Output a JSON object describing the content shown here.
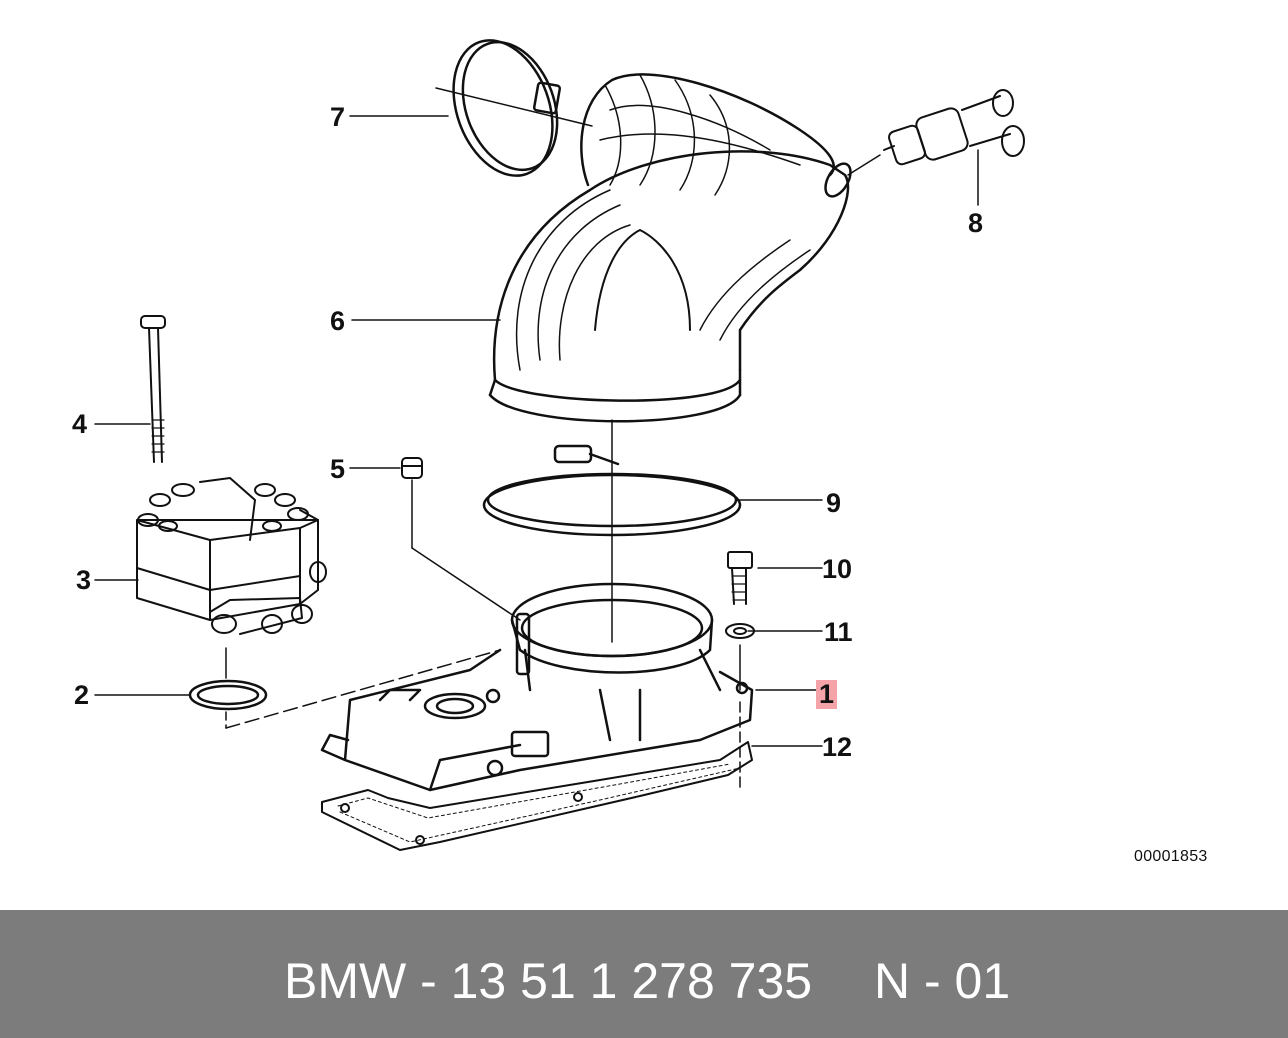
{
  "diagram": {
    "callouts": {
      "c1": "1",
      "c2": "2",
      "c3": "3",
      "c4": "4",
      "c5": "5",
      "c6": "6",
      "c7": "7",
      "c8": "8",
      "c9": "9",
      "c10": "10",
      "c11": "11",
      "c12": "12"
    },
    "highlighted_callout": "1",
    "highlight_color": "#f4a3a8",
    "reference_code": "00001853"
  },
  "footer": {
    "part_number": "BMW - 13 51 1 278 735",
    "version": "N - 01",
    "background": "#7c7c7c",
    "text_color": "#ffffff"
  }
}
